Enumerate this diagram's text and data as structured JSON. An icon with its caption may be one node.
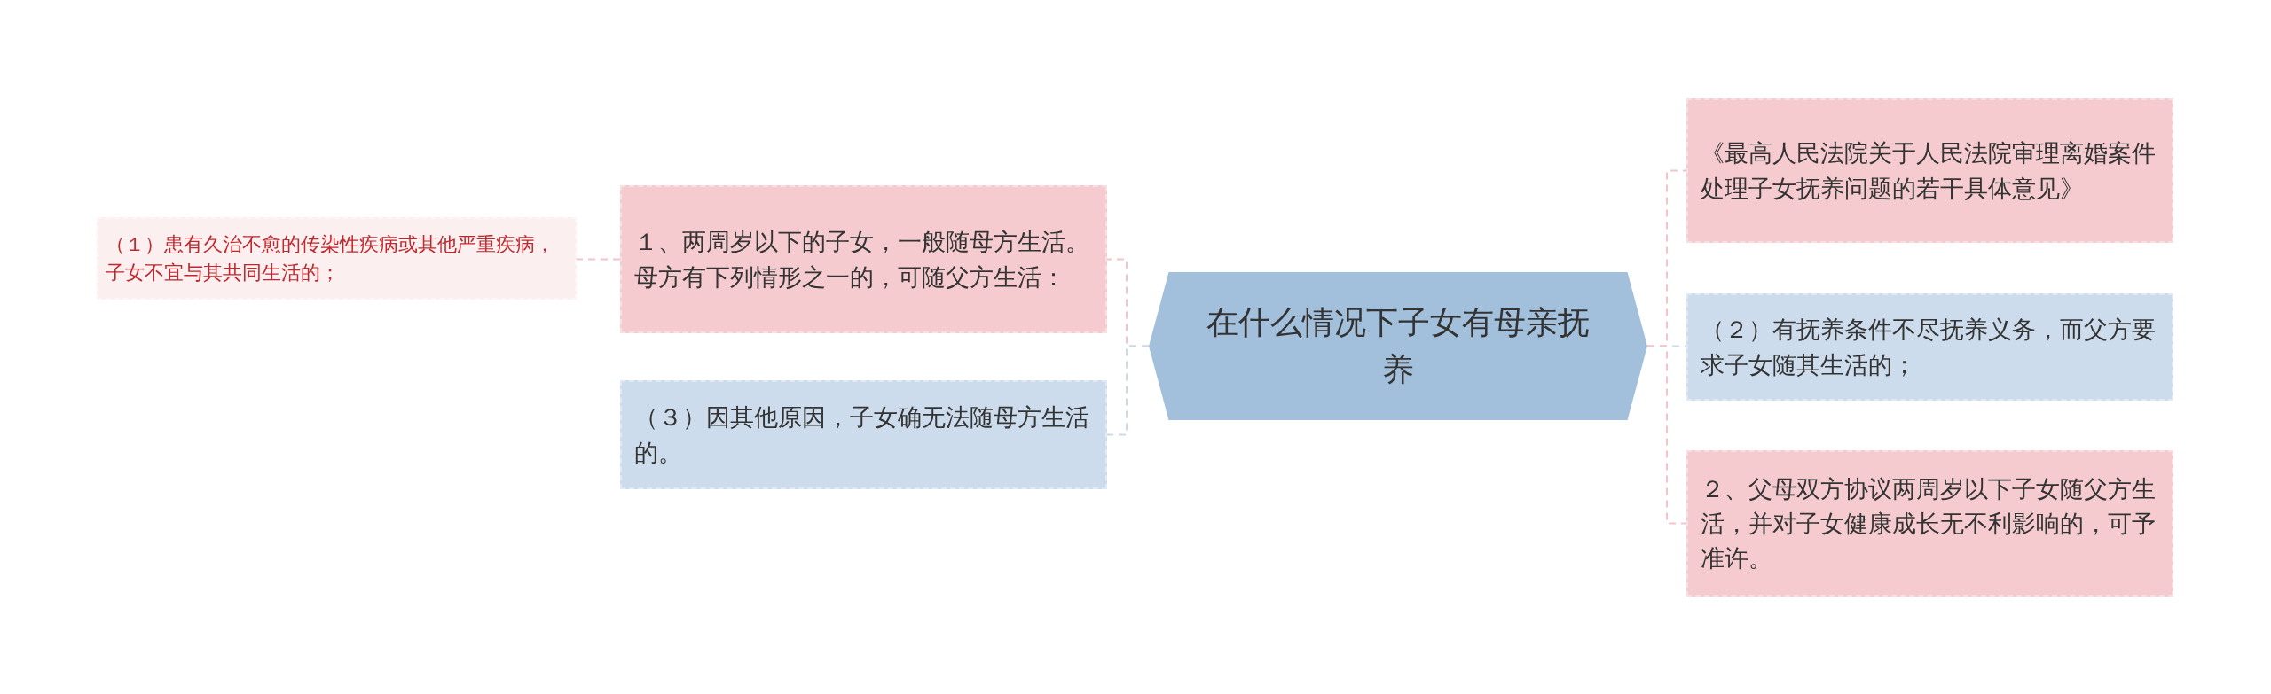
{
  "diagram": {
    "nodes": [
      {
        "text": [
          "在什么情况下子女有母亲抚养"
        ]
      },
      {
        "text": [
          "１、两周岁以下的子女，一般随母方生活。母方有下列情形之一的，可随父方生活："
        ]
      },
      {
        "text": [
          "（３）因其他原因，子女确无法随母方生活的。"
        ]
      },
      {
        "text": [
          "（１）患有久治不愈的传染性疾病或其他严重疾病，子女不宜与其共同生活的；"
        ]
      },
      {
        "text": [
          "《最高人民法院关于人民法院审理离婚案件处理子女抚养问题的若干具体意见》"
        ]
      },
      {
        "text": [
          "（２）有抚养条件不尽抚养义务，而父方要求子女随其生活的；"
        ]
      },
      {
        "text": [
          "２、父母双方协议两周岁以下子女随父方生活，并对子女健康成长无不利影响的，可予准许。"
        ]
      }
    ],
    "edges": [
      {
        "from": 0,
        "to": 1,
        "arrow": "none",
        "style": "dashed"
      },
      {
        "from": 0,
        "to": 2,
        "arrow": "none",
        "style": "dashed",
        "color": "#c9d9ea"
      },
      {
        "from": 1,
        "to": 3,
        "arrow": "none",
        "style": "dashed"
      },
      {
        "from": 0,
        "to": 4,
        "arrow": "none",
        "style": "dashed"
      },
      {
        "from": 0,
        "to": 5,
        "arrow": "none",
        "style": "dashed",
        "color": "#c9d9ea"
      },
      {
        "from": 0,
        "to": 6,
        "arrow": "none",
        "style": "dashed"
      }
    ]
  }
}
